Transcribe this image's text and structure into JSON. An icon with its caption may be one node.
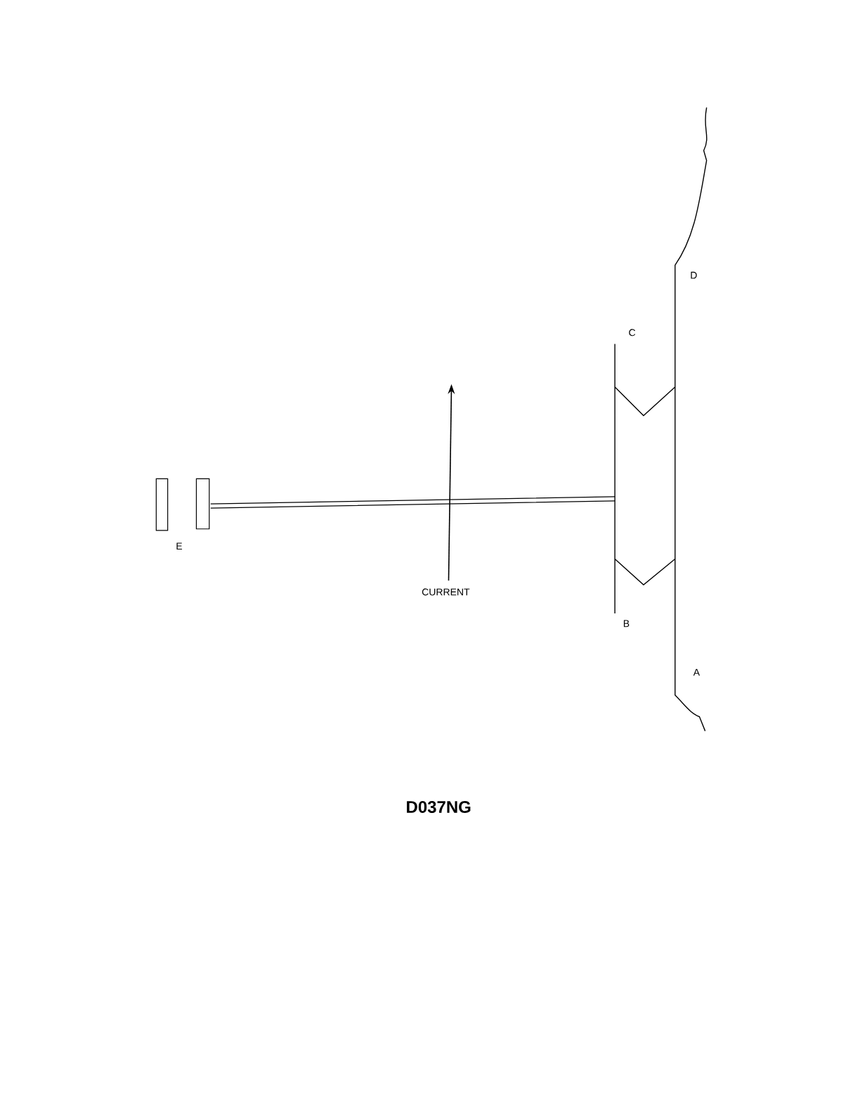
{
  "diagram": {
    "caption": "D037NG",
    "labels": [
      "D",
      "C",
      "E",
      "CURRENT",
      "B",
      "A"
    ]
  }
}
